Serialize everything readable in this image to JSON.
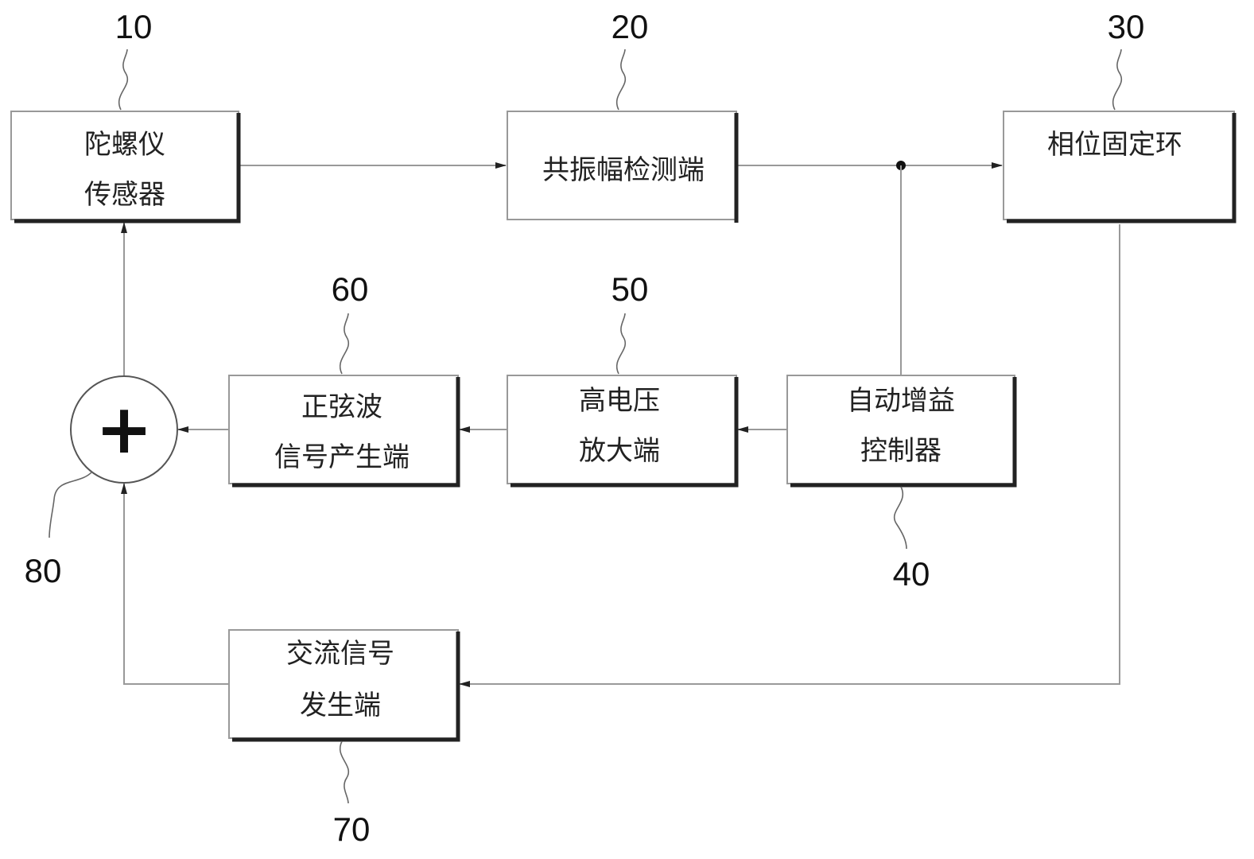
{
  "blocks": {
    "gyro_sensor": {
      "ref": "10",
      "lines": [
        "陀螺仪",
        "传感器"
      ]
    },
    "resonance_det": {
      "ref": "20",
      "lines": [
        "共振幅检测端"
      ]
    },
    "pll": {
      "ref": "30",
      "lines": [
        "相位固定环"
      ]
    },
    "agc": {
      "ref": "40",
      "lines": [
        "自动增益",
        "控制器"
      ]
    },
    "hv_amp": {
      "ref": "50",
      "lines": [
        "高电压",
        "放大端"
      ]
    },
    "sine_gen": {
      "ref": "60",
      "lines": [
        "正弦波",
        "信号产生端"
      ]
    },
    "ac_gen": {
      "ref": "70",
      "lines": [
        "交流信号",
        "发生端"
      ]
    },
    "summer": {
      "ref": "80",
      "symbol": "+"
    }
  }
}
